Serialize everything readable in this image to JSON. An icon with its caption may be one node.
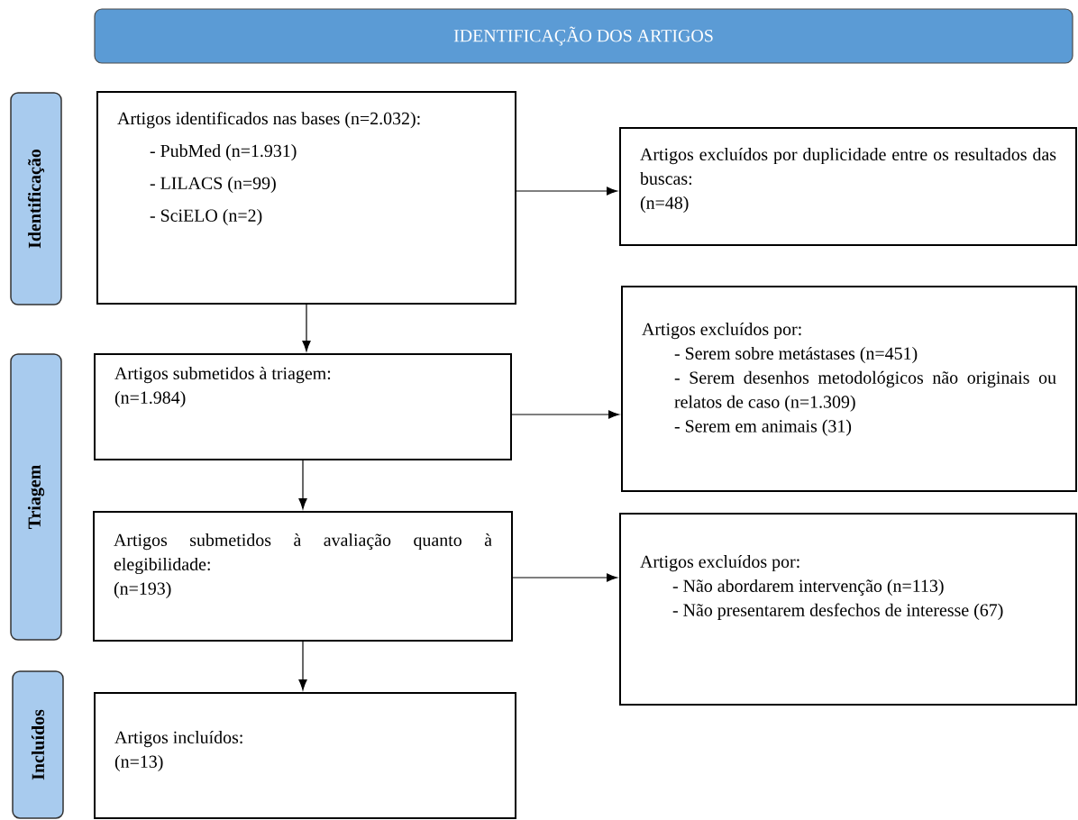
{
  "diagram": {
    "nodes": [
      {
        "text": [
          "IDENTIFICAÇÃO DOS ARTIGOS"
        ]
      },
      {
        "text": [
          "Identificação"
        ]
      },
      {
        "text": [
          "Artigos identificados nas bases (n=2.032):",
          "- PubMed (n=1.931)",
          "- LILACS (n=99)",
          "- SciELO (n=2)"
        ]
      },
      {
        "text": [
          "Artigos excluídos por duplicidade entre os resultados das buscas:",
          "(n=48)"
        ]
      },
      {
        "text": [
          "Triagem"
        ]
      },
      {
        "text": [
          "Artigos submetidos à triagem:",
          "(n=1.984)"
        ]
      },
      {
        "text": [
          "Artigos excluídos por:",
          "- Serem sobre metástases (n=451)",
          "- Serem desenhos metodológicos não originais ou relatos de caso (n=1.309)",
          "- Serem em animais (31)"
        ]
      },
      {
        "text": [
          "Artigos submetidos à avaliação quanto à elegibilidade:",
          "(n=193)"
        ]
      },
      {
        "text": [
          "Artigos excluídos por:",
          "- Não abordarem intervenção (n=113)",
          "- Não presentarem desfechos de interesse (67)"
        ]
      },
      {
        "text": [
          "Incluídos"
        ]
      },
      {
        "text": [
          "Artigos incluídos:",
          "(n=13)"
        ]
      }
    ],
    "edges": [
      {
        "from": 2,
        "to": 3,
        "arrow": "to"
      },
      {
        "from": 2,
        "to": 5,
        "arrow": "to"
      },
      {
        "from": 5,
        "to": 6,
        "arrow": "to"
      },
      {
        "from": 5,
        "to": 7,
        "arrow": "to"
      },
      {
        "from": 7,
        "to": 8,
        "arrow": "to"
      },
      {
        "from": 7,
        "to": 10,
        "arrow": "to"
      }
    ]
  }
}
